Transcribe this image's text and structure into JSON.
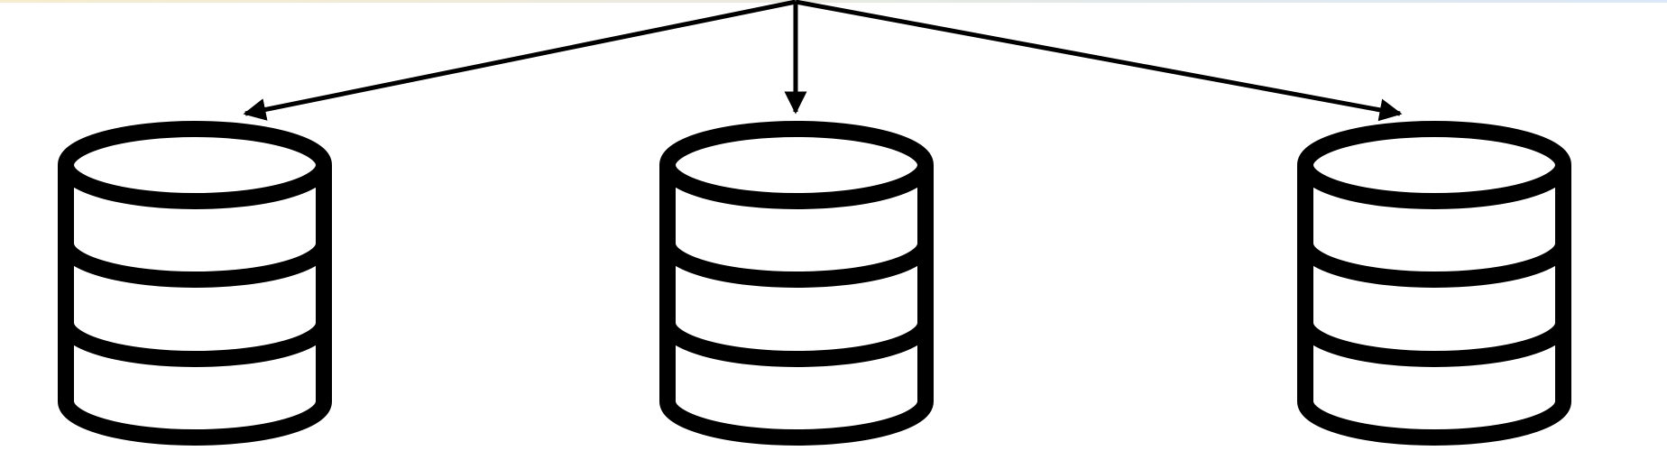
{
  "diagram": {
    "kind": "fan-out",
    "source": "single point",
    "targets": [
      {
        "id": "db-left",
        "icon": "database-icon"
      },
      {
        "id": "db-center",
        "icon": "database-icon"
      },
      {
        "id": "db-right",
        "icon": "database-icon"
      }
    ],
    "edges": [
      {
        "from": "source",
        "to": "db-left"
      },
      {
        "from": "source",
        "to": "db-center"
      },
      {
        "from": "source",
        "to": "db-right"
      }
    ]
  },
  "colors": {
    "stroke": "#000000",
    "fill": "#ffffff",
    "background": "#ffffff",
    "top_strip_start": "#f6eccf",
    "top_strip_end": "#dbe8f7"
  }
}
